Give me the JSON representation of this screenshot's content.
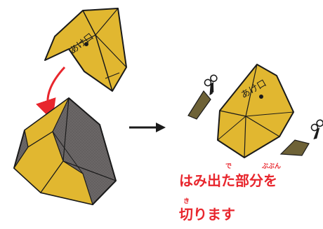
{
  "labels": {
    "akeguchi_top": "あけ口",
    "akeguchi_right": "あけ口"
  },
  "caption": {
    "line1": "はみ出た部分を",
    "line2": "切ります",
    "ruby_de": "で",
    "ruby_bubun": "ぶぶん",
    "ruby_ki": "き"
  },
  "icons": {
    "scissors": "scissors-icon",
    "arrow_curved": "curved-arrow",
    "arrow_right": "right-arrow"
  },
  "colors": {
    "yellow": "#e1b730",
    "yellow_dark": "#c99b1d",
    "gray": "#6b6767",
    "olive": "#6e6237",
    "red": "#e8262d",
    "outline": "#1a1a1a"
  }
}
